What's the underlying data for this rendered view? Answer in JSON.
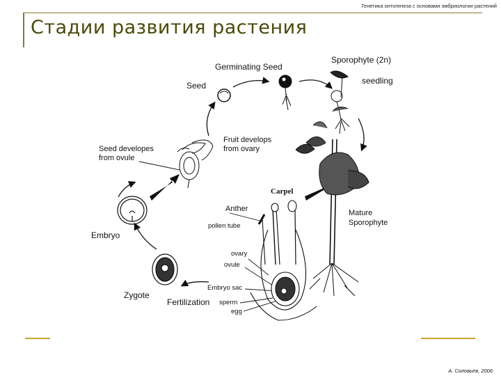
{
  "header": {
    "note": "Генетика онтогенеза с основами эмбриологии растений",
    "title": "Стадии развития растения"
  },
  "diagram": {
    "labels": {
      "germinating_seed": "Germinating Seed",
      "sporophyte": "Sporophyte (2n)",
      "seed": "Seed",
      "seedling": "seedling",
      "fruit_develops": "Fruit develops\nfrom ovary",
      "seed_develops": "Seed developes\nfrom ovule",
      "carpel": "Carpel",
      "anther": "Anther",
      "mature_sporophyte": "Mature\nSporophyte",
      "pollen_tube": "pollen tube",
      "embryo": "Embryo",
      "ovary": "ovary",
      "ovule": "ovule",
      "embryo_sac": "Embryo sac",
      "zygote": "Zygote",
      "fertilization": "Fertilization",
      "sperm": "sperm",
      "egg": "egg"
    }
  },
  "footer": {
    "author": "А. Соловьев, 2006"
  }
}
